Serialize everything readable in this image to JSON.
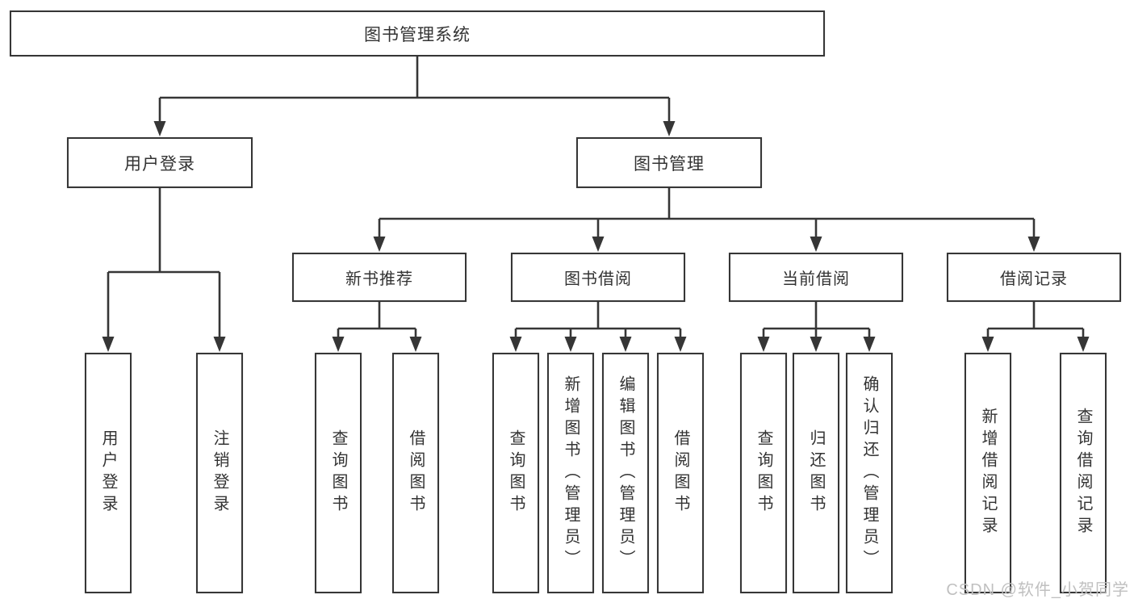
{
  "title": {
    "label": "图书管理系统"
  },
  "branches": [
    {
      "label": "用户登录",
      "leaves": [
        "用户登录",
        "注销登录"
      ]
    },
    {
      "label": "图书管理",
      "sections": [
        {
          "label": "新书推荐",
          "leaves": [
            "查询图书",
            "借阅图书"
          ]
        },
        {
          "label": "图书借阅",
          "leaves": [
            "查询图书",
            "新增图书（管理员）",
            "编辑图书（管理员）",
            "借阅图书"
          ]
        },
        {
          "label": "当前借阅",
          "leaves": [
            "查询图书",
            "归还图书",
            "确认归还（管理员）"
          ]
        },
        {
          "label": "借阅记录",
          "leaves": [
            "新增借阅记录",
            "查询借阅记录"
          ]
        }
      ]
    }
  ],
  "watermark": "CSDN @软件_小贺同学",
  "colors": {
    "line": "#363636",
    "text": "#333333",
    "watermark": "#c0c0c0",
    "background": "#ffffff"
  }
}
